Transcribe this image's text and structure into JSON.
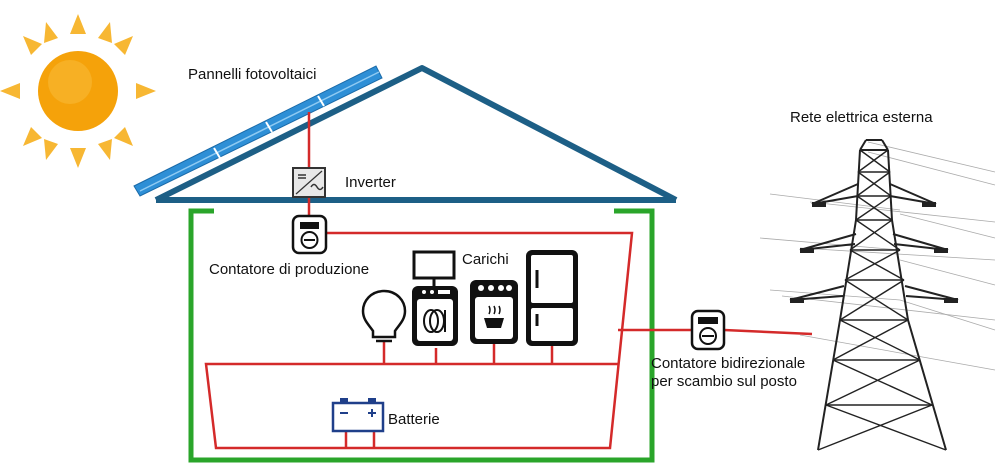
{
  "labels": {
    "panels": "Pannelli fotovoltaici",
    "inverter": "Inverter",
    "production_meter": "Contatore di produzione",
    "loads": "Carichi",
    "battery": "Batterie",
    "bidirectional_meter_line1": "Contatore bidirezionale",
    "bidirectional_meter_line2": "per scambio sul posto",
    "grid": "Rete elettrica esterna"
  },
  "colors": {
    "sun": "#f5a20a",
    "sun_rays": "#f7b733",
    "panel": "#2e8fd6",
    "roof": "#1d5f86",
    "walls": "#2aa52a",
    "wiring": "#d42a2a",
    "battery": "#1f3f8a",
    "appliance": "#111111",
    "tower": "#222222"
  },
  "icons": [
    "sun-icon",
    "solar-panel-icon",
    "inverter-icon",
    "meter-icon",
    "light-bulb-icon",
    "tv-icon",
    "dishwasher-icon",
    "oven-icon",
    "fridge-icon",
    "battery-icon",
    "pylon-icon"
  ]
}
